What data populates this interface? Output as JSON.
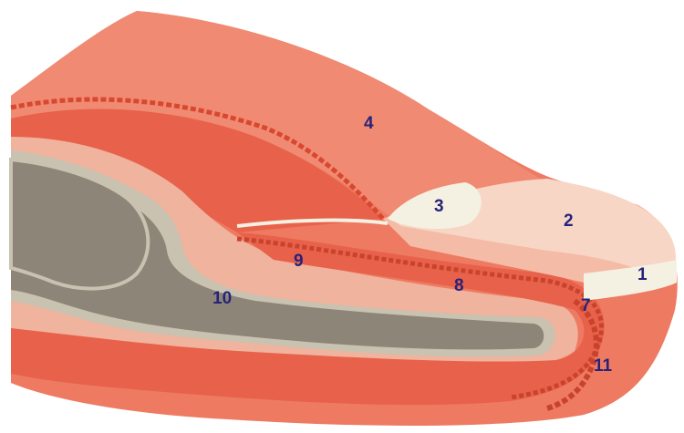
{
  "diagram": {
    "labels": {
      "l1": "1",
      "l2": "2",
      "l3": "3",
      "l4": "4",
      "l7": "7",
      "l8": "8",
      "l9": "9",
      "l10": "10",
      "l11": "11"
    },
    "colors": {
      "skin_outer": "#ee7a62",
      "skin_top": "#f08a72",
      "dermis": "#e8614a",
      "dermis_dark": "#d9472f",
      "nail_bed": "#f4bca6",
      "nail_plate": "#f7d6c6",
      "lunula": "#f5f1e2",
      "bone": "#8d8578",
      "bone_outline": "#c9c2b0",
      "label_text": "#26237a"
    }
  }
}
